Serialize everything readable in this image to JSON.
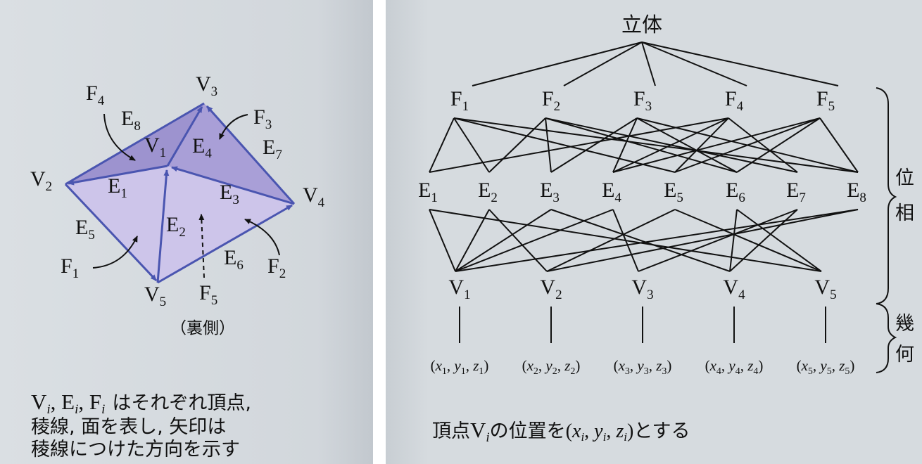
{
  "left": {
    "vertices": [
      "V1",
      "V2",
      "V3",
      "V4",
      "V5"
    ],
    "edges": [
      "E1",
      "E2",
      "E3",
      "E4",
      "E5",
      "E6",
      "E7",
      "E8"
    ],
    "faces": [
      "F1",
      "F2",
      "F3",
      "F4",
      "F5"
    ],
    "back_side_label": "（裏側）",
    "caption": {
      "line1_rest": "はそれぞれ頂点,",
      "line2": "稜線, 面を表し, 矢印は",
      "line3": "稜線につけた方向を示す"
    }
  },
  "right": {
    "root": "立体",
    "face_level": [
      "F1",
      "F2",
      "F3",
      "F4",
      "F5"
    ],
    "edge_level": [
      "E1",
      "E2",
      "E3",
      "E4",
      "E5",
      "E6",
      "E7",
      "E8"
    ],
    "vertex_level": [
      "V1",
      "V2",
      "V3",
      "V4",
      "V5"
    ],
    "coordinates": [
      "(x1, y1, z1)",
      "(x2, y2, z2)",
      "(x3, y3, z3)",
      "(x4, y4, z4)",
      "(x5, y5, z5)"
    ],
    "bracket_topology": "位相",
    "bracket_geometry": "幾何",
    "caption": "頂点Viの位置を(xi, yi, zi)とする",
    "caption_parts": {
      "pre": "頂点",
      "mid": "の位置を",
      "post": "とする"
    }
  },
  "colors": {
    "edge": "#4a55b0",
    "face_light": "#cfc7ea",
    "face_mid": "#b3a9dd",
    "face_dark": "#9a8fcc",
    "line": "#111111"
  }
}
